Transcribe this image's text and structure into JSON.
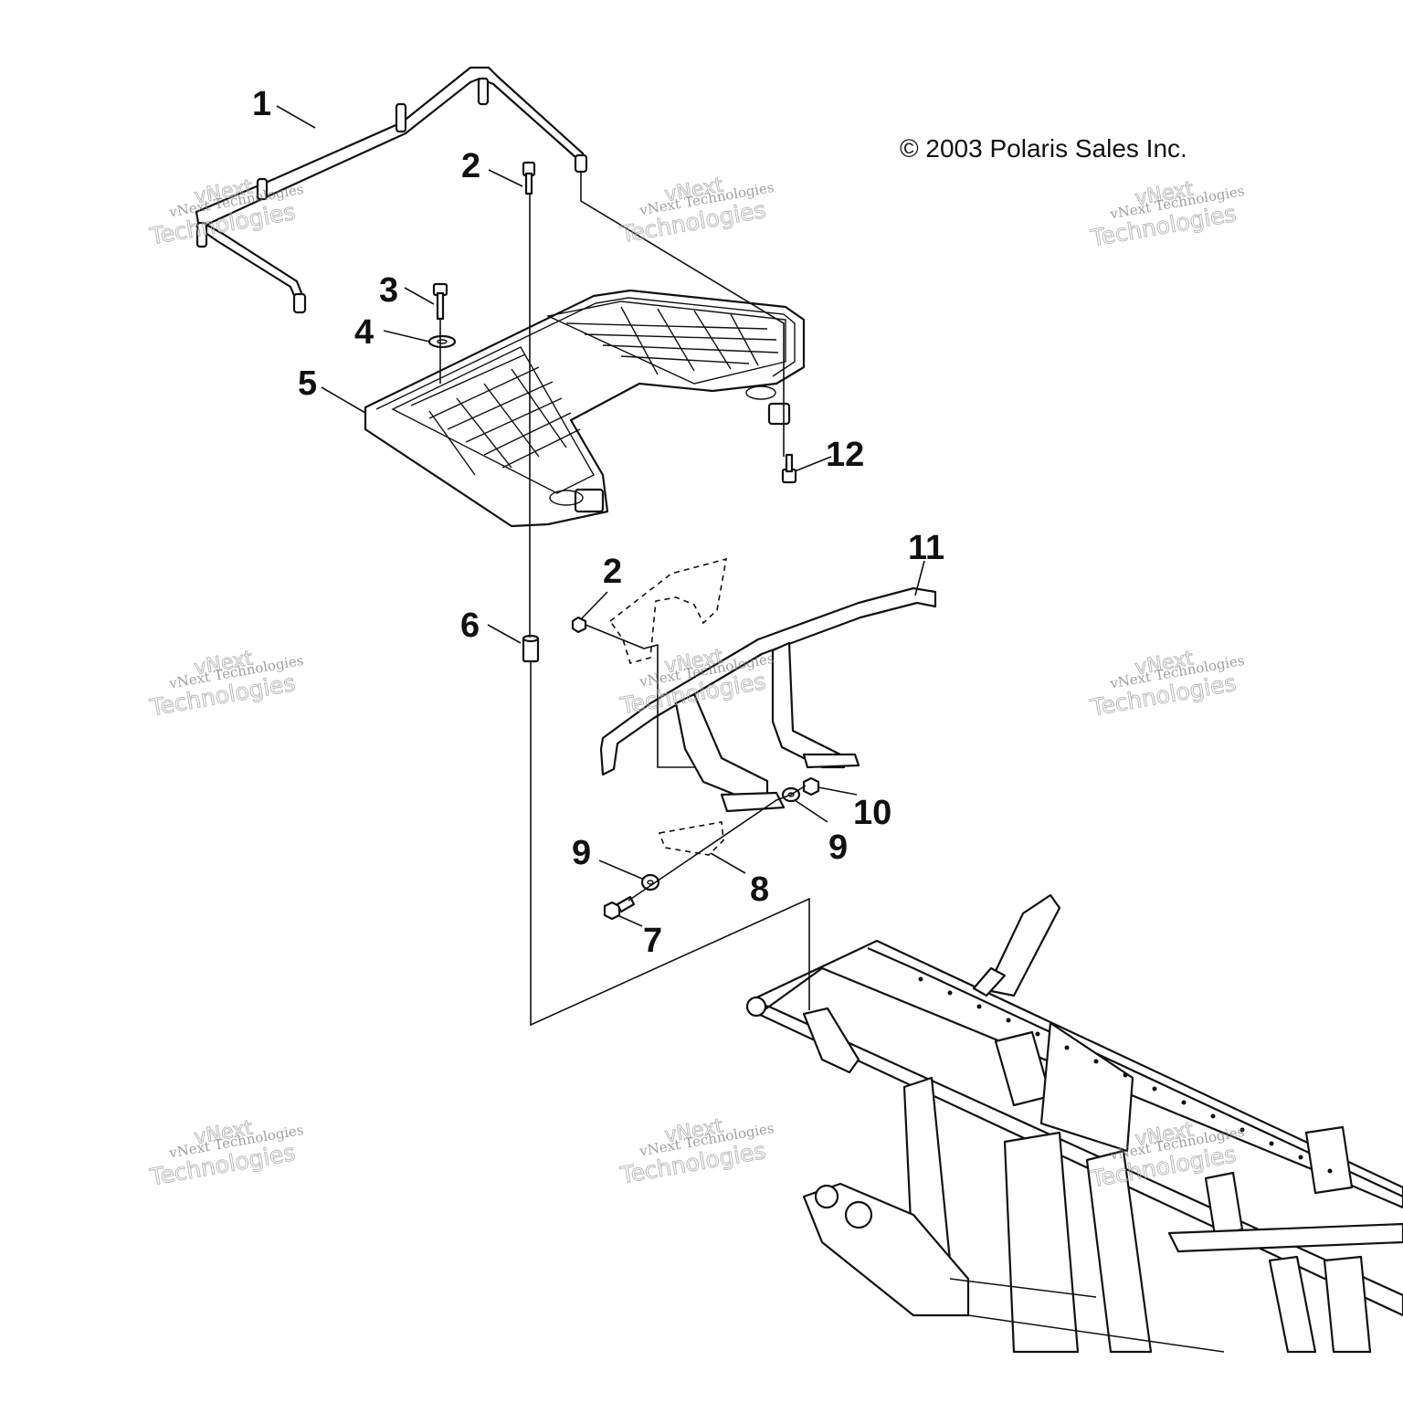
{
  "copyright": "© 2003 Polaris Sales Inc.",
  "watermark": {
    "line1": "vNext",
    "line2": "vNext Technologies",
    "line3": "Technologies"
  },
  "callouts": [
    {
      "id": "c1",
      "label": "1"
    },
    {
      "id": "c2a",
      "label": "2"
    },
    {
      "id": "c3",
      "label": "3"
    },
    {
      "id": "c4",
      "label": "4"
    },
    {
      "id": "c5",
      "label": "5"
    },
    {
      "id": "c12",
      "label": "12"
    },
    {
      "id": "c11",
      "label": "11"
    },
    {
      "id": "c2b",
      "label": "2"
    },
    {
      "id": "c6",
      "label": "6"
    },
    {
      "id": "c10",
      "label": "10"
    },
    {
      "id": "c9a",
      "label": "9"
    },
    {
      "id": "c9b",
      "label": "9"
    },
    {
      "id": "c8",
      "label": "8"
    },
    {
      "id": "c7",
      "label": "7"
    }
  ]
}
